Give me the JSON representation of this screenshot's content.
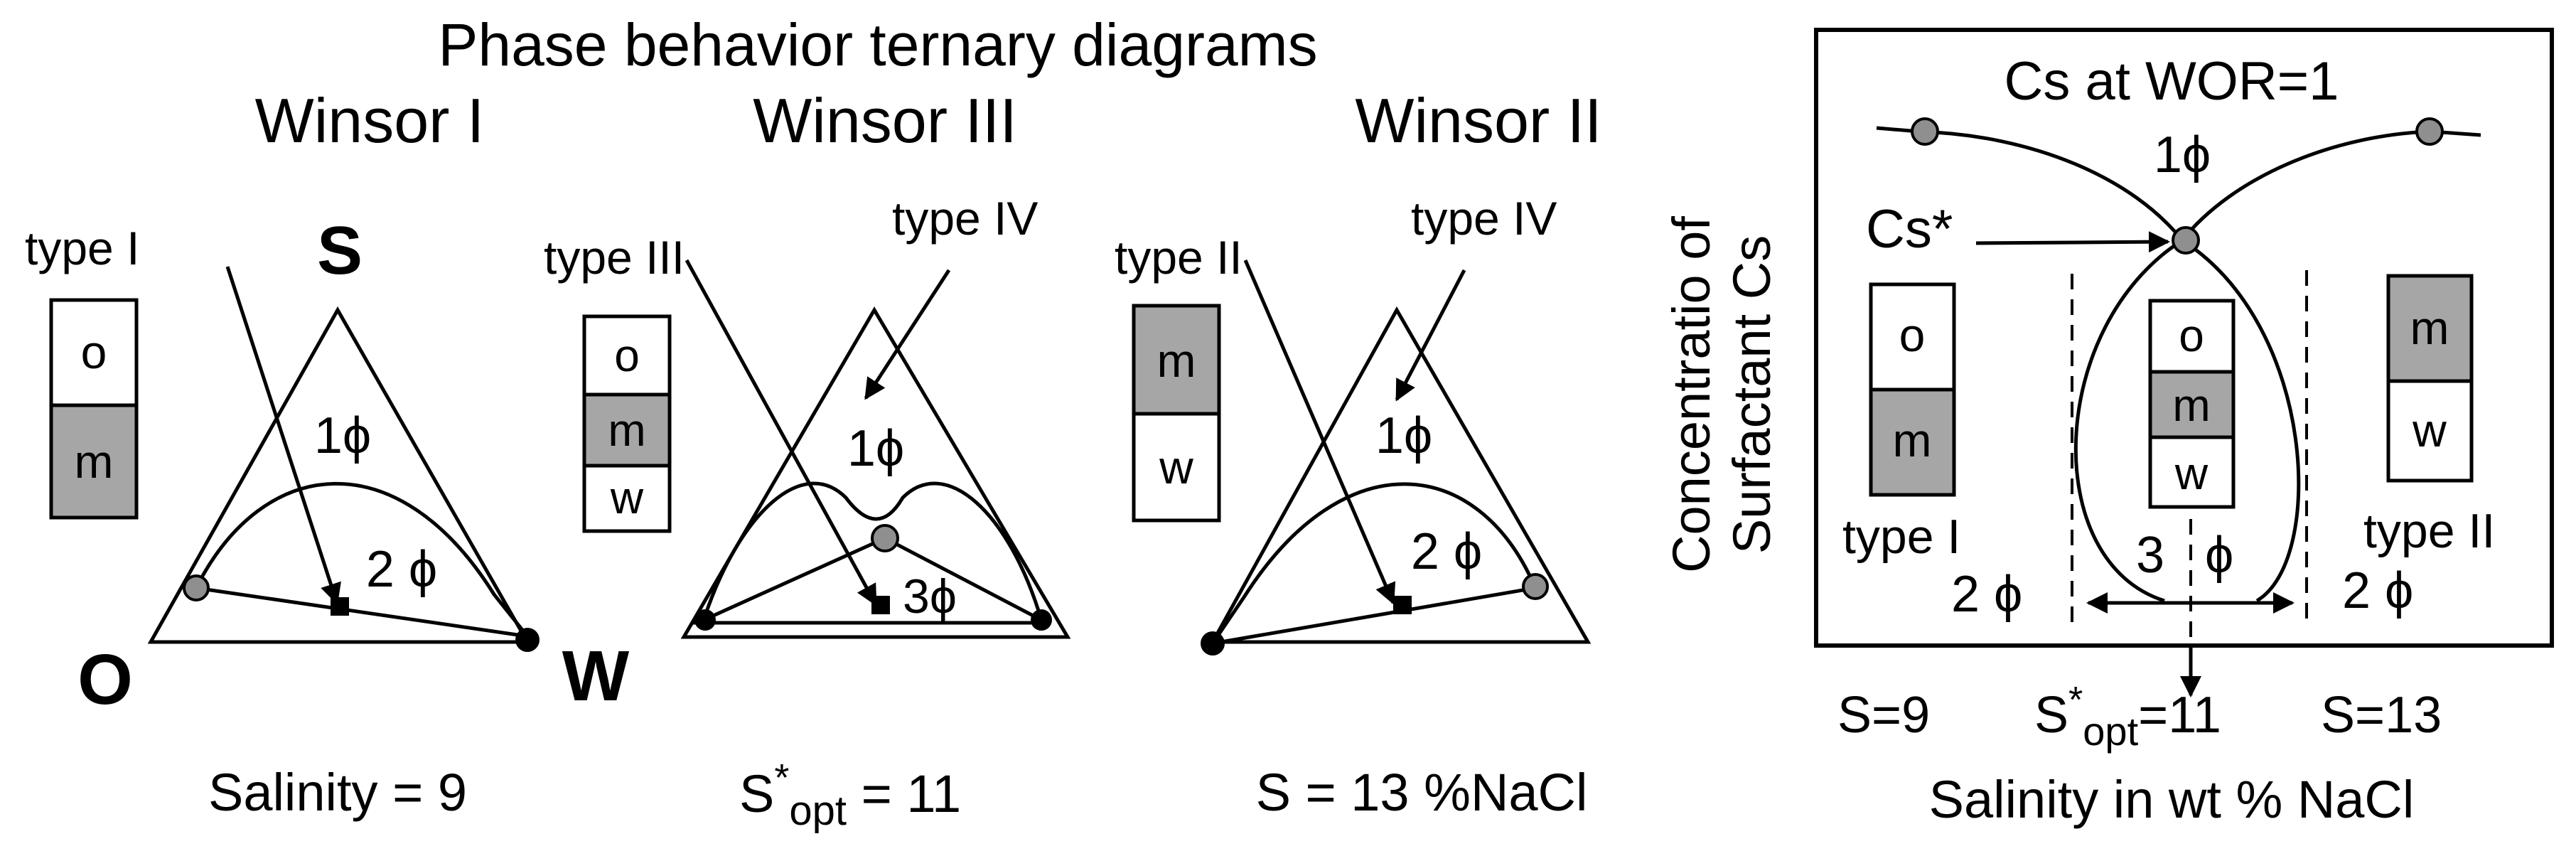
{
  "title": "Phase behavior ternary diagrams",
  "colors": {
    "gray": "#a6a6a6",
    "white": "#ffffff",
    "black": "#000000",
    "node": "#8f8f8f"
  },
  "ternary": {
    "winsor1": {
      "heading": "Winsor I",
      "type_label": "type I",
      "vertex_s": "S",
      "vertex_o": "O",
      "vertex_w": "W",
      "one_phase": "1ϕ",
      "two_phase": "2 ϕ",
      "stack": [
        "o",
        "m"
      ],
      "caption": "Salinity = 9"
    },
    "winsor3": {
      "heading": "Winsor III",
      "type_label": "type III",
      "type_iv": "type IV",
      "one_phase": "1ϕ",
      "three_phase": "3ϕ",
      "stack": [
        "o",
        "m",
        "w"
      ],
      "caption_main": "S",
      "caption_sup": "*",
      "caption_sub": "opt",
      "caption_rest": " = 11"
    },
    "winsor2": {
      "heading": "Winsor II",
      "type_label": "type II",
      "type_iv": "type IV",
      "one_phase": "1ϕ",
      "two_phase": "2 ϕ",
      "stack": [
        "m",
        "w"
      ],
      "caption": "S = 13 %NaCl"
    }
  },
  "salinity_scan": {
    "box_title": "Cs at WOR=1",
    "y_label_line1": "Concentratio of",
    "y_label_line2": "Surfactant Cs",
    "cs_star": "Cs*",
    "one_phase": "1ϕ",
    "left_two_phase": "2 ϕ",
    "right_two_phase": "2 ϕ",
    "three_phase_a": "3",
    "three_phase_b": "ϕ",
    "left_type": "type I",
    "right_type": "type II",
    "left_stack": [
      "o",
      "m"
    ],
    "mid_stack": [
      "o",
      "m",
      "w"
    ],
    "right_stack": [
      "m",
      "w"
    ],
    "x_ticks": {
      "s9": "S=9",
      "sopt_main": "S",
      "sopt_sup": "*",
      "sopt_sub": "opt",
      "sopt_rest": "=11",
      "s13": "S=13"
    },
    "x_label": "Salinity in wt % NaCl"
  }
}
